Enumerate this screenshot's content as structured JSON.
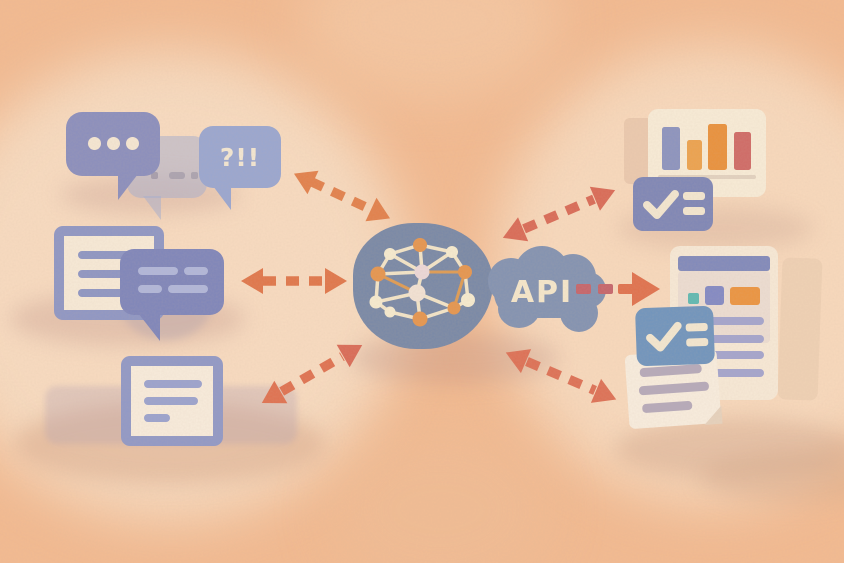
{
  "scene": {
    "api_hub": {
      "label": "API",
      "icon": "network-graph-icon",
      "hub_color": "#7888a6",
      "cloud_color": "#8292b1",
      "node_colors": [
        "#e5954e",
        "#f6ebcf",
        "#ecd8d8"
      ]
    },
    "left_cluster": {
      "chat_dots_bubble": {
        "icon": "ellipsis-chat-icon",
        "dots": 3,
        "color": "#8a8ebd"
      },
      "ghost_bubble": {
        "icon": "faded-chat-icon"
      },
      "exclaim_bubble": {
        "label": "?!!",
        "icon": "question-exclaim-chat-icon",
        "color": "#99a6d0"
      },
      "document_panel": {
        "icon": "document-icon",
        "text_lines": 3,
        "border_color": "#8e96c4"
      },
      "message_bubble": {
        "icon": "message-lines-icon",
        "dash_rows": 2,
        "color": "#7e85ba"
      },
      "note_panel": {
        "icon": "note-icon",
        "text_lines": 3,
        "border_color": "#9098c6"
      }
    },
    "right_cluster": {
      "chart_card": {
        "icon": "bar-chart-icon",
        "type": "bar",
        "bars": [
          {
            "color": "#8b93bf",
            "rel_height": 43,
            "style": "left:14px;top:18px;width:18px;height:43px;background:#8b93bf"
          },
          {
            "color": "#eca24e",
            "rel_height": 30,
            "style": "left:39px;top:31px;width:15px;height:30px;background:#eca24e"
          },
          {
            "color": "#e9913c",
            "rel_height": 46,
            "style": "left:60px;top:15px;width:19px;height:46px;background:#e9913c"
          },
          {
            "color": "#cf6a66",
            "rel_height": 38,
            "style": "left:86px;top:23px;width:17px;height:38px;background:#cf6a66"
          }
        ]
      },
      "checklist_card_top": {
        "icon": "check-list-icon",
        "color": "#7e86b6"
      },
      "browser_card": {
        "icon": "webpage-icon",
        "text_lines": 4,
        "header_color": "#8089bb",
        "block_colors": [
          "#5eb9b2",
          "#8289c4",
          "#eb9440"
        ]
      },
      "checklist_card_bottom": {
        "icon": "check-list-icon",
        "color": "#6f94bd"
      },
      "document_sheet": {
        "icon": "paper-icon",
        "text_lines": 3
      }
    },
    "arrows": [
      {
        "name": "arrow-top-left",
        "heads": "double",
        "direction": "diagonal-down-right",
        "color": "#e2804b"
      },
      {
        "name": "arrow-mid-left",
        "heads": "double",
        "direction": "horizontal",
        "color": "#e0764a"
      },
      {
        "name": "arrow-bottom-left",
        "heads": "double",
        "direction": "diagonal-up-right",
        "color": "#df7150"
      },
      {
        "name": "arrow-top-right",
        "heads": "double",
        "direction": "diagonal-up-right",
        "color": "#d96a56"
      },
      {
        "name": "arrow-mid-right",
        "heads": "single-right",
        "direction": "horizontal",
        "color": "#e0714d",
        "dash_color": "#c5646a"
      },
      {
        "name": "arrow-bottom-right",
        "heads": "double",
        "direction": "diagonal-down-right",
        "color": "#dd7055"
      }
    ],
    "colors": {
      "background": "#f3ba90",
      "wash": "#f9e4cd",
      "cream": "#f7e9d3",
      "slate_blue": "#7888a6",
      "purple": "#8a8ebd",
      "periwinkle": "#99a6d0",
      "steel_blue": "#6f94bd",
      "orange": "#e2804b",
      "salmon": "#dd6b56",
      "amber": "#eca24e",
      "teal": "#5eb9b2"
    }
  }
}
